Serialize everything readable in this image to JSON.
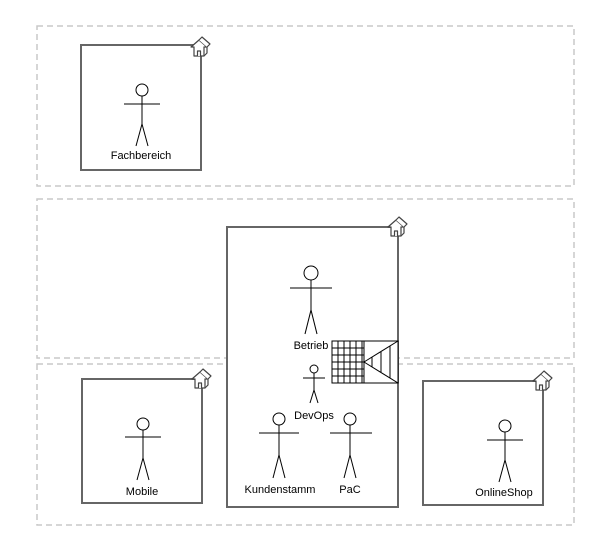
{
  "diagram": {
    "nodes": {
      "fachbereich": {
        "label": "Fachbereich"
      },
      "betrieb": {
        "label": "Betrieb"
      },
      "devops": {
        "label": "DevOps"
      },
      "kundenstamm": {
        "label": "Kundenstamm"
      },
      "pac": {
        "label": "PaC"
      },
      "mobile": {
        "label": "Mobile"
      },
      "onlineshop": {
        "label": "OnlineShop"
      }
    },
    "icons": {
      "house": "house-icon",
      "stairs": "stairs-icon",
      "actor": "stick-figure-icon"
    },
    "colors": {
      "lane_border": "#c9c9c9",
      "box_border": "#666666",
      "ink": "#000000"
    }
  }
}
